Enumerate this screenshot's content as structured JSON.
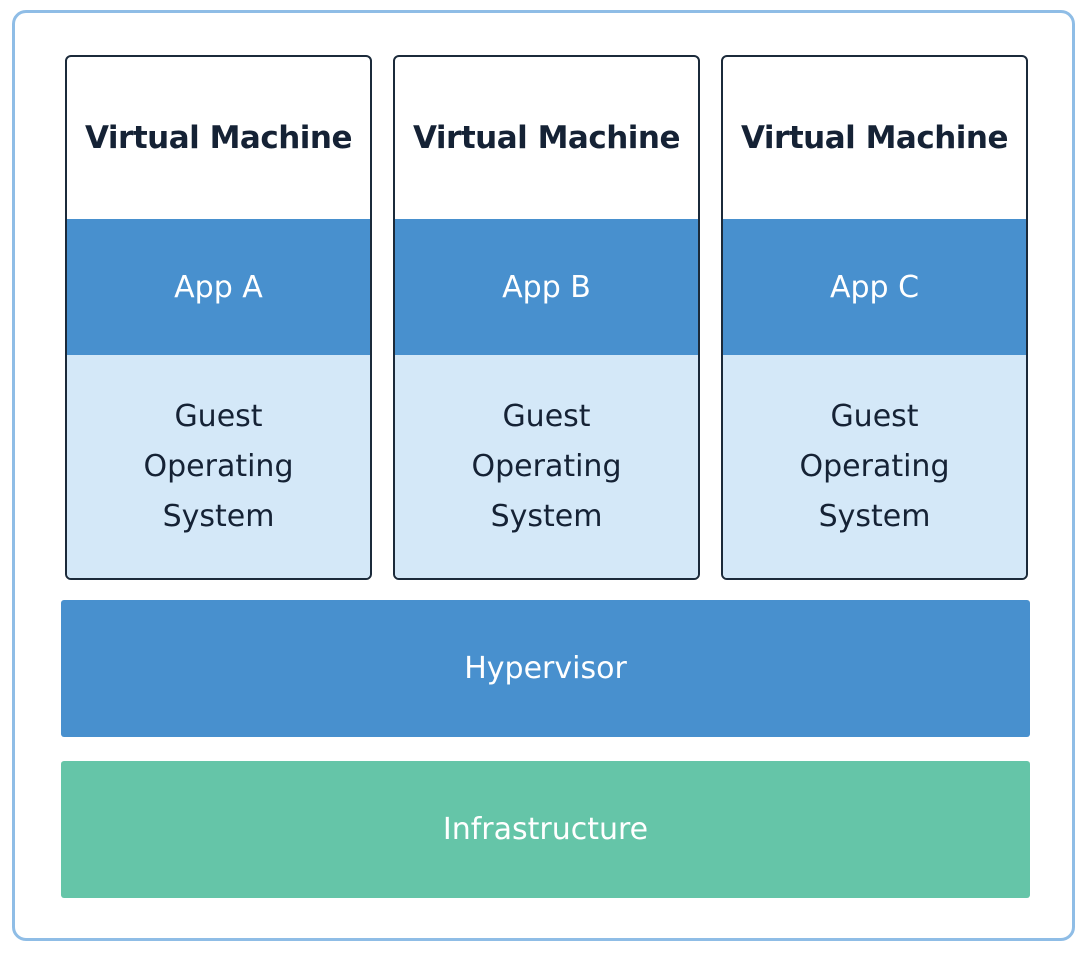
{
  "virtual_machines": [
    {
      "title": "Virtual Machine",
      "app": "App A",
      "os_lines": [
        "Guest",
        "Operating",
        "System"
      ]
    },
    {
      "title": "Virtual Machine",
      "app": "App B",
      "os_lines": [
        "Guest",
        "Operating",
        "System"
      ]
    },
    {
      "title": "Virtual Machine",
      "app": "App C",
      "os_lines": [
        "Guest",
        "Operating",
        "System"
      ]
    }
  ],
  "hypervisor": {
    "label": "Hypervisor"
  },
  "infrastructure": {
    "label": "Infrastructure"
  },
  "colors": {
    "frame_border": "#8fbde6",
    "vm_border": "#1b2a3a",
    "app_blue": "#4890ce",
    "os_light_blue": "#d4e8f8",
    "infrastructure_green": "#65c5a8",
    "text_dark": "#152235"
  }
}
